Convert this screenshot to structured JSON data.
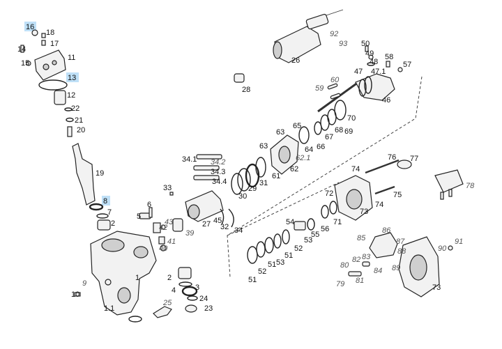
{
  "highlighted": [
    "16",
    "13",
    "8"
  ],
  "labels": {
    "l16": "16",
    "l18": "18",
    "l14": "14",
    "l17": "17",
    "l15": "15",
    "l11": "11",
    "l13": "13",
    "l12": "12",
    "l22": "22",
    "l21": "21",
    "l20": "20",
    "l19": "19",
    "l8": "8",
    "l7": "7",
    "l2a": "2",
    "l5": "5",
    "l6": "6",
    "l33": "33",
    "l341": "34.1",
    "l342": "34.2",
    "l343": "34.3",
    "l344": "34.4",
    "l27": "27",
    "l45": "45",
    "l32": "32",
    "l34": "34",
    "l42": "42",
    "l43": "43",
    "l41": "41",
    "l40": "40",
    "l39": "39",
    "l26": "26",
    "l92": "92",
    "l93": "93",
    "l28": "28",
    "l59": "59",
    "l60": "60",
    "l50": "50",
    "l49": "49",
    "l48": "48",
    "l47": "47",
    "l471": "47.1",
    "l58": "58",
    "l57": "57",
    "l46": "46",
    "l70": "70",
    "l65": "65",
    "l63a": "63",
    "l68": "68",
    "l69": "69",
    "l67": "67",
    "l63b": "63",
    "l64": "64",
    "l66": "66",
    "l621": "62.1",
    "l62": "62",
    "l61": "61",
    "l31": "31",
    "l29": "29",
    "l30": "30",
    "l76": "76",
    "l77": "77",
    "l74a": "74",
    "l72": "72",
    "l73a": "73",
    "l74b": "74",
    "l75": "75",
    "l78": "78",
    "l54": "54",
    "l55": "55",
    "l56": "56",
    "l71": "71",
    "l53a": "53",
    "l52a": "52",
    "l51a": "51",
    "l53b": "53",
    "l52b": "52",
    "l51b": "51",
    "l85": "85",
    "l86": "86",
    "l87": "87",
    "l80": "80",
    "l82": "82",
    "l83": "83",
    "l84": "84",
    "l89": "89",
    "l88": "88",
    "l90": "90",
    "l91": "91",
    "l79": "79",
    "l81": "81",
    "l73b": "73",
    "l1": "1",
    "l9": "9",
    "l10": "10",
    "l11b": "1.1",
    "l2b": "2",
    "l4": "4",
    "l3": "3",
    "l25": "25",
    "l24": "24",
    "l23": "23"
  }
}
